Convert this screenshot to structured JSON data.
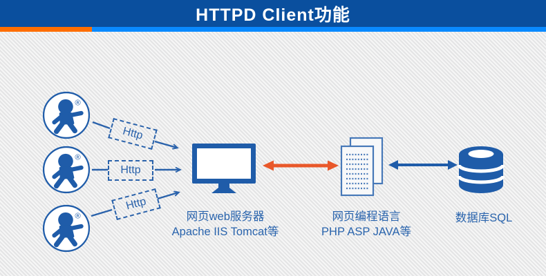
{
  "header": {
    "title": "HTTPD Client功能"
  },
  "colors": {
    "header_bg": "#0a4f9e",
    "stripe_orange": "#ff6e00",
    "stripe_blue": "#0a8aff",
    "primary_blue": "#1f5ca9",
    "connector_blue": "#2a62ab",
    "label_text_blue": "#2a64ad",
    "arrow_orange": "#e9582a",
    "background": "#ebecec"
  },
  "clients": {
    "icon": "usr-person-logo",
    "trademark_symbol": "®",
    "count": 3
  },
  "connections": {
    "http_labels": [
      "Http",
      "Http",
      "Http"
    ],
    "server_to_language": "bidirectional-orange-arrow",
    "language_to_database": "bidirectional-blue-arrow"
  },
  "nodes": {
    "web_server": {
      "icon": "monitor-icon",
      "title": "网页web服务器",
      "subtitle": "Apache IIS Tomcat等"
    },
    "programming": {
      "icon": "documents-icon",
      "title": "网页编程语言",
      "subtitle": "PHP ASP JAVA等"
    },
    "database": {
      "icon": "database-cylinder-icon",
      "title": "数据库SQL"
    }
  }
}
